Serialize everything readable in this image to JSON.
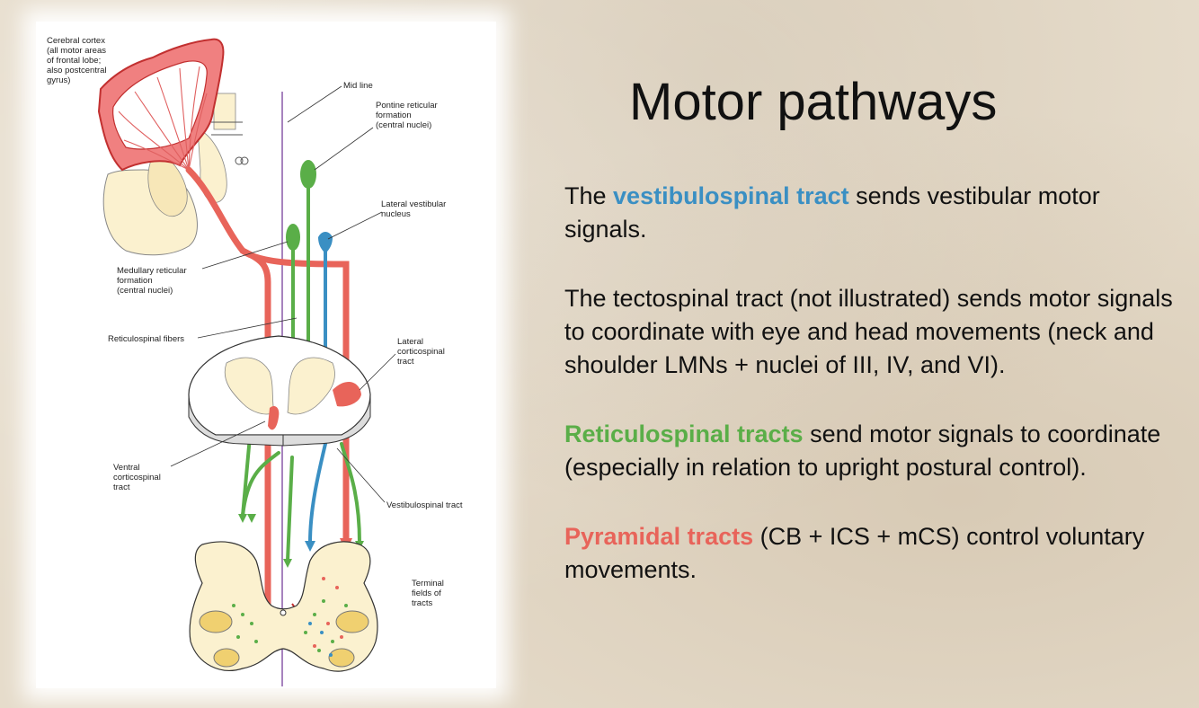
{
  "title": "Motor pathways",
  "colors": {
    "vestibulospinal": "#3a8fc3",
    "reticulospinal": "#5aae48",
    "pyramidal": "#e8645a",
    "midline": "#8a5aa8"
  },
  "figure": {
    "labels": {
      "cerebral_cortex": [
        "Cerebral cortex",
        "(all motor areas",
        "of frontal lobe;",
        "also postcentral",
        "gyrus)"
      ],
      "mid_line": "Mid line",
      "pontine": [
        "Pontine reticular",
        "formation",
        "(central nuclei)"
      ],
      "lateral_vestibular": [
        "Lateral vestibular",
        "nucleus"
      ],
      "medullary": [
        "Medullary reticular",
        "formation",
        "(central nuclei)"
      ],
      "reticulospinal_fibers": "Reticulospinal fibers",
      "lateral_cs": [
        "Lateral",
        "corticospinal",
        "tract"
      ],
      "ventral_cs": [
        "Ventral",
        "corticospinal",
        "tract"
      ],
      "vestibulospinal": "Vestibulospinal tract",
      "terminal": [
        "Terminal",
        "fields of",
        "tracts"
      ]
    }
  },
  "paragraphs": [
    {
      "highlight": "vestibulospinal tract",
      "before": "The ",
      "after": " sends vestibular motor signals."
    },
    {
      "before": "The tectospinal tract (not illustrated) sends motor signals to coordinate with eye and head movements (neck and shoulder LMNs + nuclei of III, IV, and VI).",
      "highlight": "",
      "after": ""
    },
    {
      "before": "",
      "highlight": "Reticulospinal tracts",
      "after": " send motor signals to coordinate (especially in relation to upright postural control)."
    },
    {
      "before": "",
      "highlight": "Pyramidal tracts",
      "after": " (CB + ICS + mCS) control voluntary movements."
    }
  ]
}
